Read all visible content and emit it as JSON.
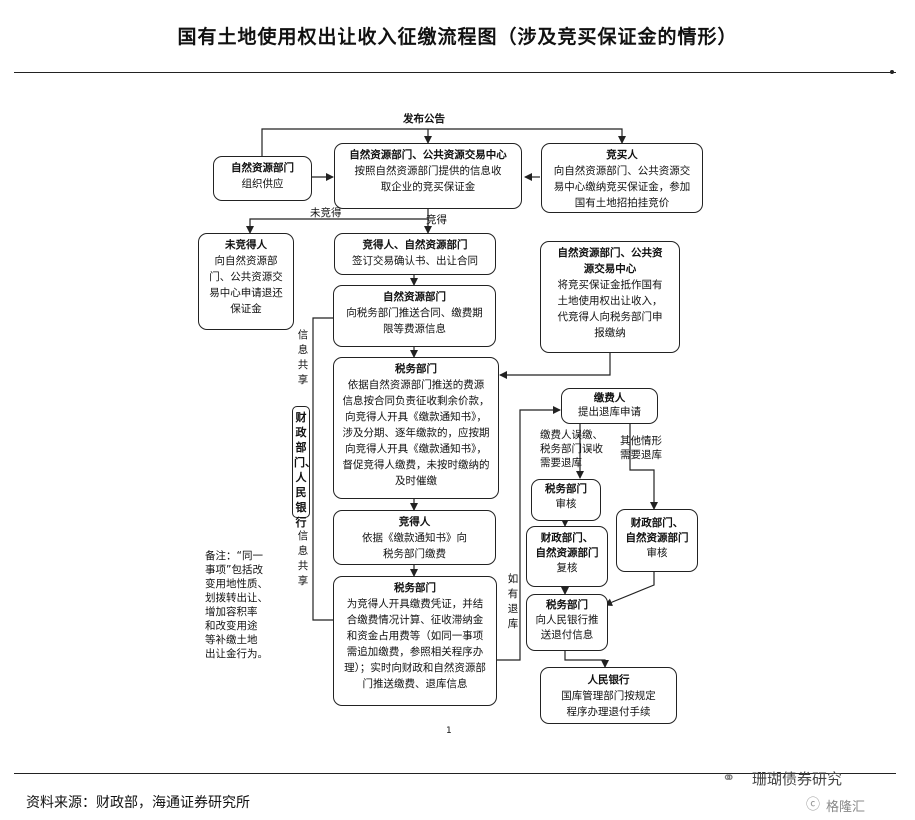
{
  "title": "国有土地使用权出让收入征缴流程图（涉及竞买保证金的情形）",
  "source": "资料来源：财政部，海通证券研究所",
  "watermark": {
    "account": "珊瑚债券研究",
    "brand": "格隆汇"
  },
  "labels": {
    "announce": "发布公告",
    "not_won": "未竞得",
    "won": "竞得",
    "info_share_top": "信息共享",
    "info_share_bottom": "信息共享",
    "if_refund": "如有退库",
    "payer_error": "缴费人误缴、\n税务部门误收\n需要退库",
    "other_refund": "其他情形\n需要退库"
  },
  "side_box": "财政部门、人民银行",
  "note": "备注：“同一\n事项”包括改\n变用地性质、\n划拨转出让、\n增加容积率\n和改变用途\n等补缴土地\n出让金行为。",
  "page_mark": "1",
  "boxes": {
    "nat_res_supply": {
      "title": "自然资源部门",
      "body": "组织供应"
    },
    "trade_center": {
      "title": "自然资源部门、公共资源交易中心",
      "body": "按照自然资源部门提供的信息收\n取企业的竞买保证金"
    },
    "bidder": {
      "title": "竞买人",
      "body": "向自然资源部门、公共资源交\n易中心缴纳竞买保证金，参加\n国有土地招拍挂竞价"
    },
    "loser": {
      "title": "未竞得人",
      "body": "向自然资源部\n门、公共资源交\n易中心申请退还\n保证金"
    },
    "contract": {
      "title": "竞得人、自然资源部门",
      "body": "签订交易确认书、出让合同"
    },
    "deposit_offset": {
      "title": "自然资源部门、公共资\n源交易中心",
      "body": "将竞买保证金抵作国有\n土地使用权出让收入，\n代竞得人向税务部门申\n报缴纳"
    },
    "push_contract": {
      "title": "自然资源部门",
      "body": "向税务部门推送合同、缴费期\n限等费源信息"
    },
    "tax_collect": {
      "title": "税务部门",
      "body": "依据自然资源部门推送的费源\n信息按合同负责征收剩余价款，\n向竞得人开具《缴款通知书》，\n涉及分期、逐年缴款的，应按期\n向竞得人开具《缴款通知书》，\n督促竞得人缴费，未按时缴纳的\n及时催缴"
    },
    "winner_pay": {
      "title": "竞得人",
      "body": "依据《缴款通知书》向\n税务部门缴费"
    },
    "tax_receipt": {
      "title": "税务部门",
      "body": "为竞得人开具缴费凭证，并结\n合缴费情况计算、征收滞纳金\n和资金占用费等（如同一事项\n需追加缴费，参照相关程序办\n理）；实时向财政和自然资源部\n门推送缴费、退库信息"
    },
    "payer_refund": {
      "title": "缴费人",
      "body": "提出退库申请"
    },
    "tax_review": {
      "title": "税务部门",
      "body": "审核"
    },
    "fin_res_recheck": {
      "title": "财政部门、\n自然资源部门",
      "body": "复核"
    },
    "fin_res_review": {
      "title": "财政部门、\n自然资源部门",
      "body": "审核"
    },
    "tax_push_refund": {
      "title": "税务部门",
      "body": "向人民银行推\n送退付信息"
    },
    "pboc": {
      "title": "人民银行",
      "body": "国库管理部门按规定\n程序办理退付手续"
    }
  }
}
